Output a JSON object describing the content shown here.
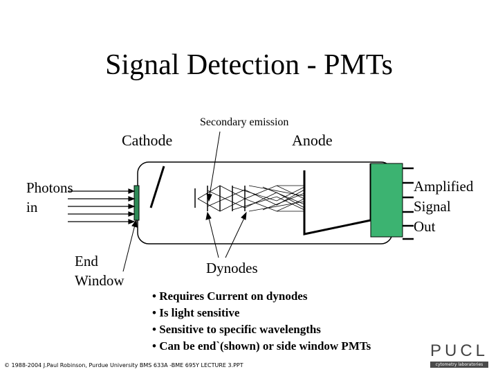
{
  "title": "Signal Detection - PMTs",
  "labels": {
    "secondary_emission": "Secondary emission",
    "cathode": "Cathode",
    "anode": "Anode",
    "photons_in": [
      "Photons",
      "in"
    ],
    "amplified_signal_out": [
      "Amplified",
      "Signal",
      "Out"
    ],
    "end_window": [
      "End",
      "Window"
    ],
    "dynodes": "Dynodes"
  },
  "bullets": [
    "• Requires Current on dynodes",
    "• Is light sensitive",
    "• Sensitive to specific wavelengths",
    "• Can be end`(shown) or side window PMTs"
  ],
  "footer": "© 1988-2004 J.Paul Robinson, Purdue University BMS 633A -BME 695Y LECTURE 3.PPT",
  "logo": {
    "text": "PUCL",
    "subtitle": "cytometry laboratories"
  },
  "colors": {
    "window": "#2e8b57",
    "output_box": "#3cb371",
    "outline": "#000000"
  }
}
